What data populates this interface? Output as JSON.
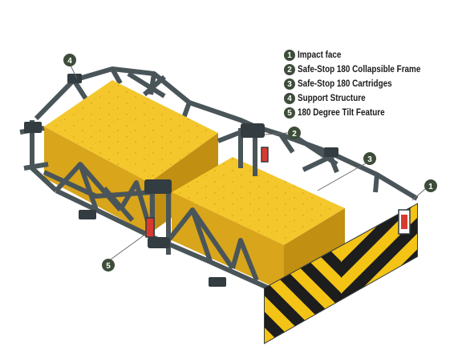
{
  "legend": [
    {
      "number": "1",
      "label": "Impact face"
    },
    {
      "number": "2",
      "label": "Safe-Stop 180 Collapsible Frame"
    },
    {
      "number": "3",
      "label": "Safe-Stop 180 Cartridges"
    },
    {
      "number": "4",
      "label": "Support Structure"
    },
    {
      "number": "5",
      "label": "180 Degree Tilt Feature"
    }
  ],
  "callouts": {
    "impact_face": "1",
    "collapsible_frame": "2",
    "cartridges": "3",
    "support_structure": "4",
    "tilt_feature": "5"
  },
  "colors": {
    "frame": "#4a5559",
    "frame_dark": "#333c40",
    "cartridge_top": "#f4c72c",
    "cartridge_side": "#d9a51a",
    "cartridge_front": "#c18f12",
    "stripe_yellow": "#f3c316",
    "stripe_black": "#1d1d1d",
    "light_red": "#d83a2f",
    "badge": "#3e4d3a"
  }
}
